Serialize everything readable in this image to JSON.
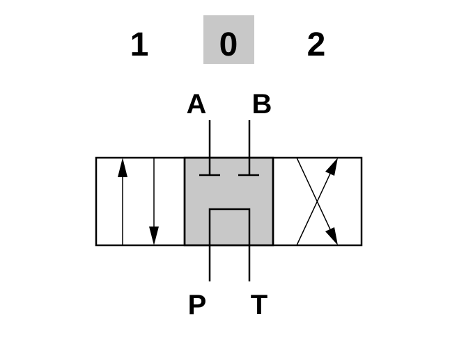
{
  "positions": {
    "left": "1",
    "center": "0",
    "right": "2",
    "active": "0"
  },
  "ports": {
    "a": "A",
    "b": "B",
    "p": "P",
    "t": "T"
  },
  "colors": {
    "active_fill": "#c8c8c8",
    "line": "#000000"
  }
}
